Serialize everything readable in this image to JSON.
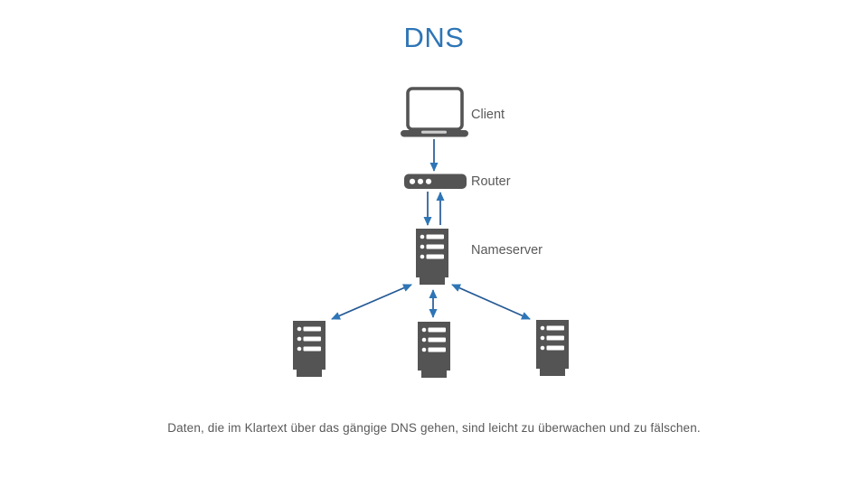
{
  "title": "DNS",
  "nodes": {
    "client": {
      "label": "Client",
      "icon": "laptop-icon"
    },
    "router": {
      "label": "Router",
      "icon": "router-icon"
    },
    "nameserver": {
      "label": "Nameserver",
      "icon": "server-tower-icon"
    },
    "dns_servers": {
      "count": 3,
      "labels": [],
      "icon": "server-tower-icon"
    }
  },
  "connections": [
    {
      "from": "client",
      "to": "router",
      "direction": "one-way-down"
    },
    {
      "from": "router",
      "to": "nameserver",
      "direction": "two-way"
    },
    {
      "from": "nameserver",
      "to": "dns-server-left",
      "direction": "two-way"
    },
    {
      "from": "nameserver",
      "to": "dns-server-middle",
      "direction": "two-way"
    },
    {
      "from": "nameserver",
      "to": "dns-server-right",
      "direction": "two-way"
    }
  ],
  "caption": "Daten, die im Klartext über das gängige DNS gehen, sind leicht zu überwachen und zu fälschen.",
  "colors": {
    "background": "#FFFFFF",
    "title_text": "#2E75B6",
    "icon_fill": "#545454",
    "label_text": "#595959",
    "arrow_line": "#255A96",
    "arrow_head": "#2E75B6"
  }
}
